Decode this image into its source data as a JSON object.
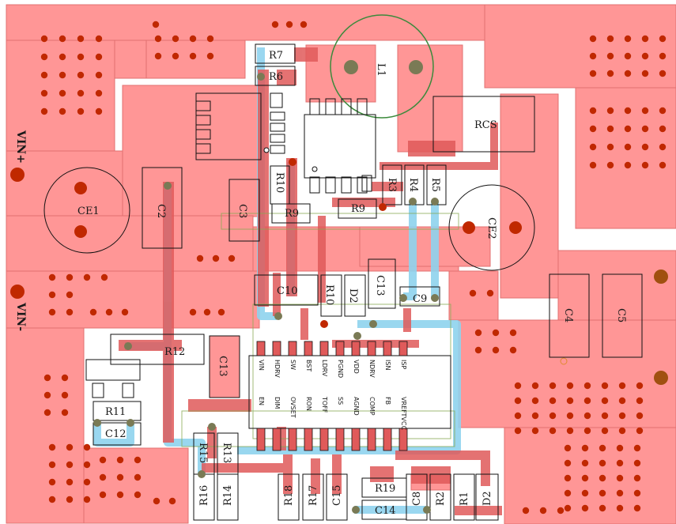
{
  "net_labels": [
    "VIN+",
    "VIN-"
  ],
  "components": {
    "CE1": "CE1",
    "CE2": "CE2",
    "C2": "C2",
    "C3": "C3",
    "C4": "C4",
    "C5": "C5",
    "C8": "C8",
    "C9": "C9",
    "C10": "C10",
    "C12": "C12",
    "C13a": "C13",
    "C13b": "C13",
    "C14": "C14",
    "C15": "C15",
    "R1": "R1",
    "R2": "R2",
    "R3": "R3",
    "R4": "R4",
    "R5": "R5",
    "R6": "R6",
    "R7": "R7",
    "R9a": "R9",
    "R9b": "R9",
    "R10a": "R10",
    "R10b": "R10",
    "R11": "R11",
    "R12": "R12",
    "R13": "R13",
    "R14": "R14",
    "R15": "R15",
    "R16": "R16",
    "R17": "R17",
    "R18": "R18",
    "R19": "R19",
    "L1": "L1",
    "RCS": "RCS",
    "D2a": "D2",
    "D2b": "D2"
  },
  "ic_pins_top": [
    "VIN",
    "HDRV",
    "SW",
    "BST",
    "LDRV",
    "PGND",
    "VDD",
    "NDRV",
    "ISN",
    "ISP"
  ],
  "ic_pins_bottom": [
    "EN",
    "DIM",
    "OVSET",
    "RON",
    "TOFF",
    "SS",
    "AGND",
    "COMP",
    "FB",
    "VREFTVCC"
  ],
  "colors": {
    "copper": "#ff9696",
    "copper_edge": "#e07070",
    "trace": "#e05a5a",
    "bottom_trace": "#8fd3ee",
    "via": "#c02800",
    "pad_gray": "#7a7a55",
    "silk": "#111111",
    "circle_l1": "#3c8a3c"
  }
}
